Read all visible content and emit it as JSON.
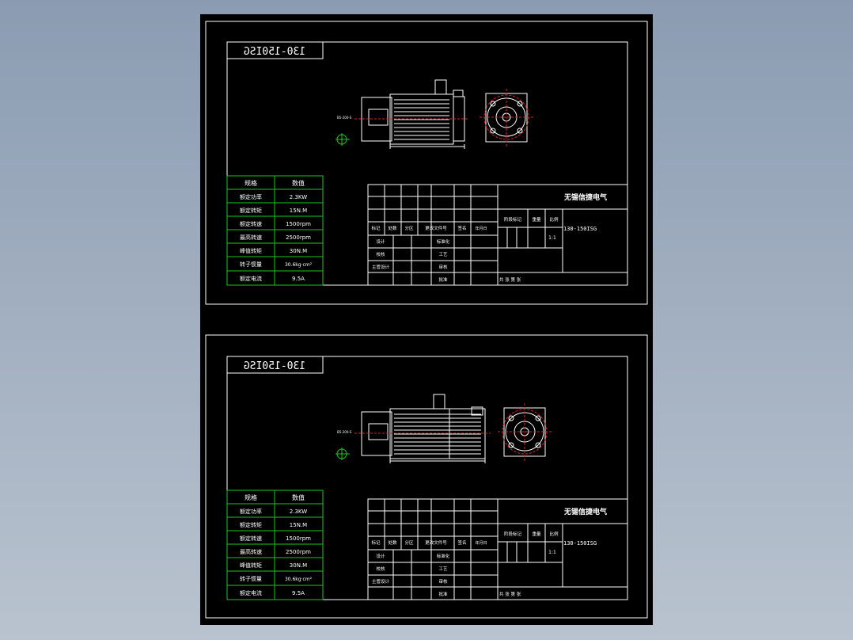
{
  "colors": {
    "canvas": "#000000",
    "line": "#ffffff",
    "table_line": "#19c81e",
    "centerline": "#e02020",
    "background_top": "#8b9cb2",
    "background_bottom": "#b9c3cf"
  },
  "sheets": [
    {
      "drawing_number_label": "130-150ISG",
      "company_title": "无锡信捷电气",
      "part_number": "130-150ISG",
      "scale": "1:1",
      "spec_table": {
        "header": [
          "规格",
          "数值"
        ],
        "rows": [
          [
            "额定功率",
            "2.3KW"
          ],
          [
            "额定转矩",
            "15N.M"
          ],
          [
            "额定转速",
            "1500rpm"
          ],
          [
            "最高转速",
            "2500rpm"
          ],
          [
            "峰值转矩",
            "30N.M"
          ],
          [
            "转子惯量",
            "30.6kg·cm²"
          ],
          [
            "额定电流",
            "9.5A"
          ]
        ]
      },
      "title_block": {
        "revision_header": [
          "标记",
          "处数",
          "分区",
          "更改文件号",
          "签名",
          "年月日"
        ],
        "signoff_rows": [
          [
            "设计",
            "标准化"
          ],
          [
            "校核",
            "工艺"
          ],
          [
            "主管设计",
            "审核"
          ],
          [
            "",
            "批准"
          ]
        ],
        "stage_headers": [
          "阶段标记",
          "重量",
          "比例"
        ],
        "sheet_label": "共  张  第  张"
      },
      "dimension_label": "B5-200-S"
    },
    {
      "drawing_number_label": "130-150ISG",
      "company_title": "无锡信捷电气",
      "part_number": "130-150ISG",
      "scale": "1:1",
      "spec_table": {
        "header": [
          "规格",
          "数值"
        ],
        "rows": [
          [
            "额定功率",
            "2.3KW"
          ],
          [
            "额定转矩",
            "15N.M"
          ],
          [
            "额定转速",
            "1500rpm"
          ],
          [
            "最高转速",
            "2500rpm"
          ],
          [
            "峰值转矩",
            "30N.M"
          ],
          [
            "转子惯量",
            "30.6kg·cm²"
          ],
          [
            "额定电流",
            "9.5A"
          ]
        ]
      },
      "title_block": {
        "revision_header": [
          "标记",
          "处数",
          "分区",
          "更改文件号",
          "签名",
          "年月日"
        ],
        "signoff_rows": [
          [
            "设计",
            "标准化"
          ],
          [
            "校核",
            "工艺"
          ],
          [
            "主管设计",
            "审核"
          ],
          [
            "",
            "批准"
          ]
        ],
        "stage_headers": [
          "阶段标记",
          "重量",
          "比例"
        ],
        "sheet_label": "共  张  第  张"
      },
      "dimension_label": "B5-200-S"
    }
  ]
}
